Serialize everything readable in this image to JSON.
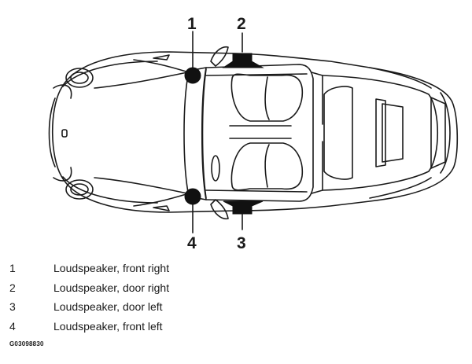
{
  "callouts": [
    "1",
    "2",
    "3",
    "4"
  ],
  "legend": [
    {
      "num": "1",
      "text": "Loudspeaker, front right"
    },
    {
      "num": "2",
      "text": "Loudspeaker, door right"
    },
    {
      "num": "3",
      "text": "Loudspeaker, door left"
    },
    {
      "num": "4",
      "text": "Loudspeaker, front left"
    }
  ],
  "figure_code": "G03098830",
  "colors": {
    "line": "#1a1a1a",
    "speaker": "#111111",
    "background": "#ffffff"
  }
}
